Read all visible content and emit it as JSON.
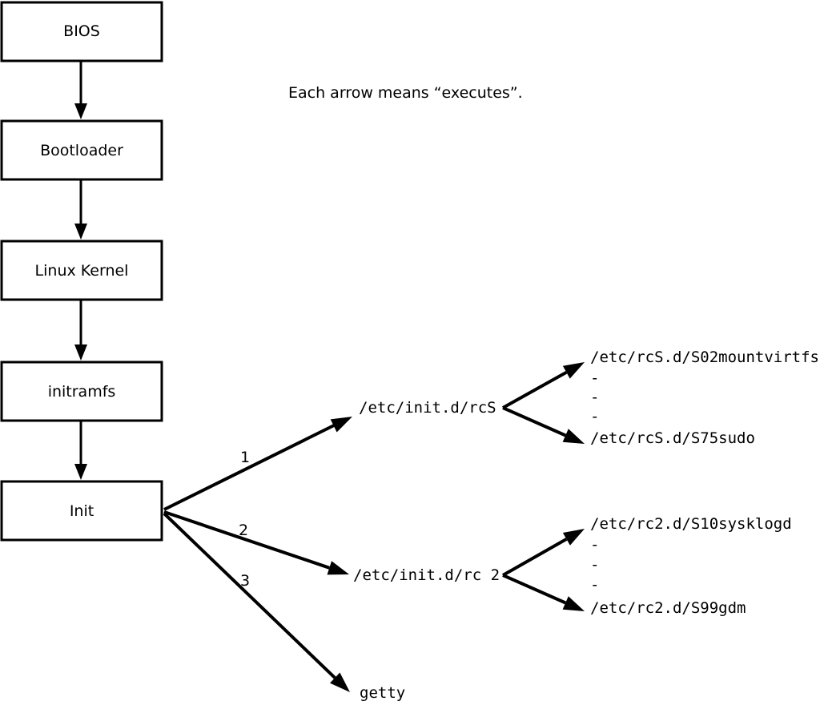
{
  "diagram": {
    "title_meaning": "Linux boot process",
    "colors": {
      "background": "#ffffff",
      "line": "#000000",
      "text": "#000000"
    },
    "caption": "Each arrow means “executes”.",
    "boot_chain": [
      {
        "label": "BIOS"
      },
      {
        "label": "Bootloader"
      },
      {
        "label": "Linux Kernel"
      },
      {
        "label": "initramfs"
      },
      {
        "label": "Init"
      }
    ],
    "init_branches": [
      {
        "number": "1",
        "target": "/etc/init.d/rcS"
      },
      {
        "number": "2",
        "target": "/etc/init.d/rc 2"
      },
      {
        "number": "3",
        "target": "getty"
      }
    ],
    "rcS_children": [
      "/etc/rcS.d/S02mountvirtfs",
      "-",
      "-",
      "-",
      "/etc/rcS.d/S75sudo"
    ],
    "rc2_children": [
      "/etc/rc2.d/S10sysklogd",
      "-",
      "-",
      "-",
      "/etc/rc2.d/S99gdm"
    ]
  }
}
